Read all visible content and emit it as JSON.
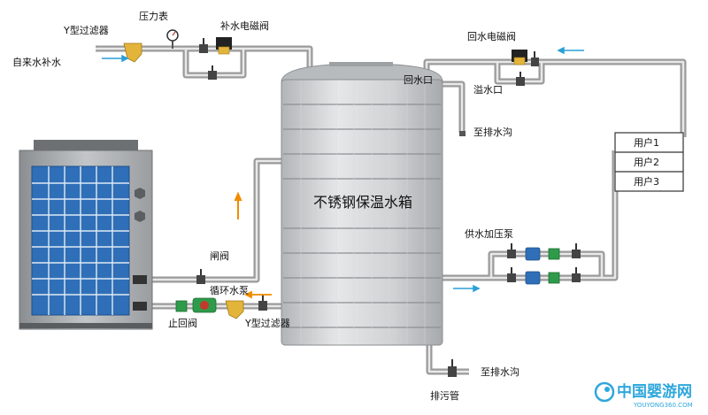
{
  "labels": {
    "y_filter_top": "Y型过滤器",
    "pressure_gauge": "压力表",
    "makeup_valve": "补水电磁阀",
    "tap_water_makeup": "自来水补水",
    "return_valve": "回水电磁阀",
    "return_port": "回水口",
    "overflow_port": "溢水口",
    "to_drain_top": "至排水沟",
    "user_1": "用户1",
    "user_2": "用户2",
    "user_3": "用户3",
    "tank": "不锈钢保温水箱",
    "gate_valve": "闸阀",
    "circulation_pump": "循环水泵",
    "check_valve": "止回阀",
    "y_filter_bottom": "Y型过滤器",
    "booster_pump": "供水加压泵",
    "to_drain_bottom": "至排水沟",
    "sewage_pipe": "排污管"
  },
  "brand": {
    "name": "中国婴游网",
    "url": "YOUYONG360.COM"
  },
  "colors": {
    "pipe": "#c8c8c8",
    "pipe_edge": "#8f8f8f",
    "tank": "#c9cbcd",
    "arrow_blue": "#2a9fd8",
    "arrow_orange": "#f08c00",
    "filter": "#e3b43a",
    "pump_green": "#2e9b4a",
    "valve_red": "#c23a2b",
    "panel_blue": "#2f6fb8",
    "brand_blue": "#2fa7dc"
  }
}
